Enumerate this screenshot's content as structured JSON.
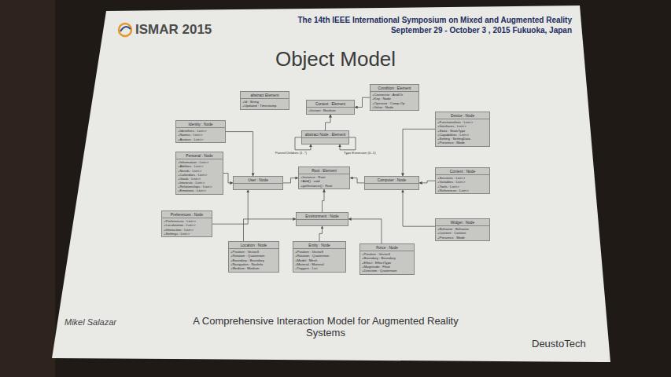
{
  "diagram": {
    "title": "Object Model",
    "nodes": [
      {
        "text": [
          "abstract Element",
          "+Id : String",
          "+Updated : Timestamp"
        ]
      },
      {
        "text": [
          "Context : Element",
          "+Instant : Boolean"
        ]
      },
      {
        "text": [
          "Condition : Element",
          "+Connector : And/Or",
          "+Key : Node",
          "+Operator : Comp.Op",
          "+Value : Node"
        ]
      },
      {
        "text": [
          "Identity : Node",
          "+Identifiers : List<>",
          "+Names : List<>",
          "+Avatars : List<>"
        ]
      },
      {
        "text": [
          "abstract Node : Element"
        ]
      },
      {
        "text": [
          "Device : Node",
          "+Functionalities : List<>",
          "+Interfaces : List<>",
          "+State : StateType",
          "+Capabilities : List<>",
          "+Setting : SettingData",
          "+Presence : Mode"
        ]
      },
      {
        "text": [
          "Personal : Node",
          "+Information : List<>",
          "+Abilities : List<>",
          "+Needs : List<>",
          "+Calendars : List<>",
          "+Goals : List<>",
          "+Interests : List<>",
          "+Relationships : List<>",
          "+Emotions : List<>"
        ]
      },
      {
        "text": [
          "User : Node"
        ]
      },
      {
        "text": [
          "Root : Element",
          "+Instance : Root",
          "#Add() : void",
          "+getInstance() : Root"
        ]
      },
      {
        "text": [
          "Computer : Node"
        ]
      },
      {
        "text": [
          "Content : Node",
          "+Sessions : List<>",
          "+Variables : List<>",
          "+Tools : List<>",
          "+References : List<>"
        ]
      },
      {
        "text": [
          "Preferences : Node",
          "+Preferences : List<>",
          "+Localization : List<>",
          "+Interaction : List<>",
          "+Settings : List<>"
        ]
      },
      {
        "text": [
          "Environment : Node"
        ]
      },
      {
        "text": [
          "Widget : Node",
          "+Behavior : Behavior",
          "+Content : Content",
          "+Presence : Mode"
        ]
      },
      {
        "text": [
          "Location : Node",
          "+Position : Vector3",
          "+Rotation : Quaternion",
          "+Boundary : Boundary",
          "+Navigation : NavInfo",
          "+Medium : Medium"
        ]
      },
      {
        "text": [
          "Entity : Node",
          "+Position : Vector3",
          "+Rotation : Quaternion",
          "+Model : Mesh",
          "+Material : Material",
          "+Triggers : List"
        ]
      },
      {
        "text": [
          "Force : Node",
          "+Position : Vector3",
          "+Boundary : Boundary",
          "+Effect : EffectType",
          "+Magnitude : Float",
          "+Direction : Quaternion"
        ]
      }
    ],
    "edges": [
      {
        "from": 2,
        "to": 1,
        "arrow": "to"
      },
      {
        "from": 4,
        "to": 1,
        "arrow": "to"
      },
      {
        "from": 4,
        "to": 4,
        "label": "Parent/Children (1..*)",
        "arrow": "to"
      },
      {
        "from": 4,
        "to": 4,
        "label": "Type Extension (0..1)",
        "arrow": "to"
      },
      {
        "from": 3,
        "to": 7,
        "arrow": "to"
      },
      {
        "from": 6,
        "to": 7,
        "arrow": "to"
      },
      {
        "from": 11,
        "to": 7,
        "arrow": "to"
      },
      {
        "from": 7,
        "to": 8,
        "arrow": "to"
      },
      {
        "from": 9,
        "to": 8,
        "arrow": "to"
      },
      {
        "from": 12,
        "to": 8,
        "arrow": "to"
      },
      {
        "from": 5,
        "to": 9,
        "arrow": "to"
      },
      {
        "from": 10,
        "to": 9,
        "arrow": "to"
      },
      {
        "from": 13,
        "to": 9,
        "arrow": "to"
      },
      {
        "from": 14,
        "to": 12,
        "arrow": "to"
      },
      {
        "from": 15,
        "to": 12,
        "arrow": "to"
      },
      {
        "from": 16,
        "to": 12,
        "arrow": "to"
      }
    ],
    "labels": [
      "ISMAR 2015",
      "The 14th IEEE International Symposium on Mixed and Augmented Reality",
      "September 29 - October 3 , 2015 Fukuoka, Japan",
      "Mikel Salazar",
      "A Comprehensive Interaction Model for Augmented Reality Systems",
      "DeustoTech"
    ]
  }
}
